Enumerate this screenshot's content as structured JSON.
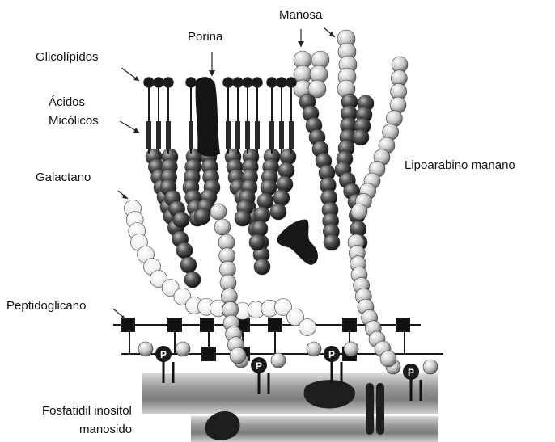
{
  "diagram": {
    "labels": {
      "glicolipidos": "Glicolípidos",
      "porina": "Porina",
      "manosa": "Manosa",
      "acidos": "Ácidos",
      "micolicos": "Micólicos",
      "galactano": "Galactano",
      "lipoarabino": "Lipoarabino manano",
      "peptidoglicano": "Peptidoglicano",
      "fosfatidil": "Fosfatidil inositol",
      "manosido": "manosido"
    },
    "phosphate_symbol": "P",
    "colors": {
      "dark_bead": "#2e2e2e",
      "light_bead": "#cfcfcf",
      "pale_bead": "#ececec",
      "membrane": "#8a8a8a",
      "lipid_head": "#1a1a1a"
    }
  }
}
